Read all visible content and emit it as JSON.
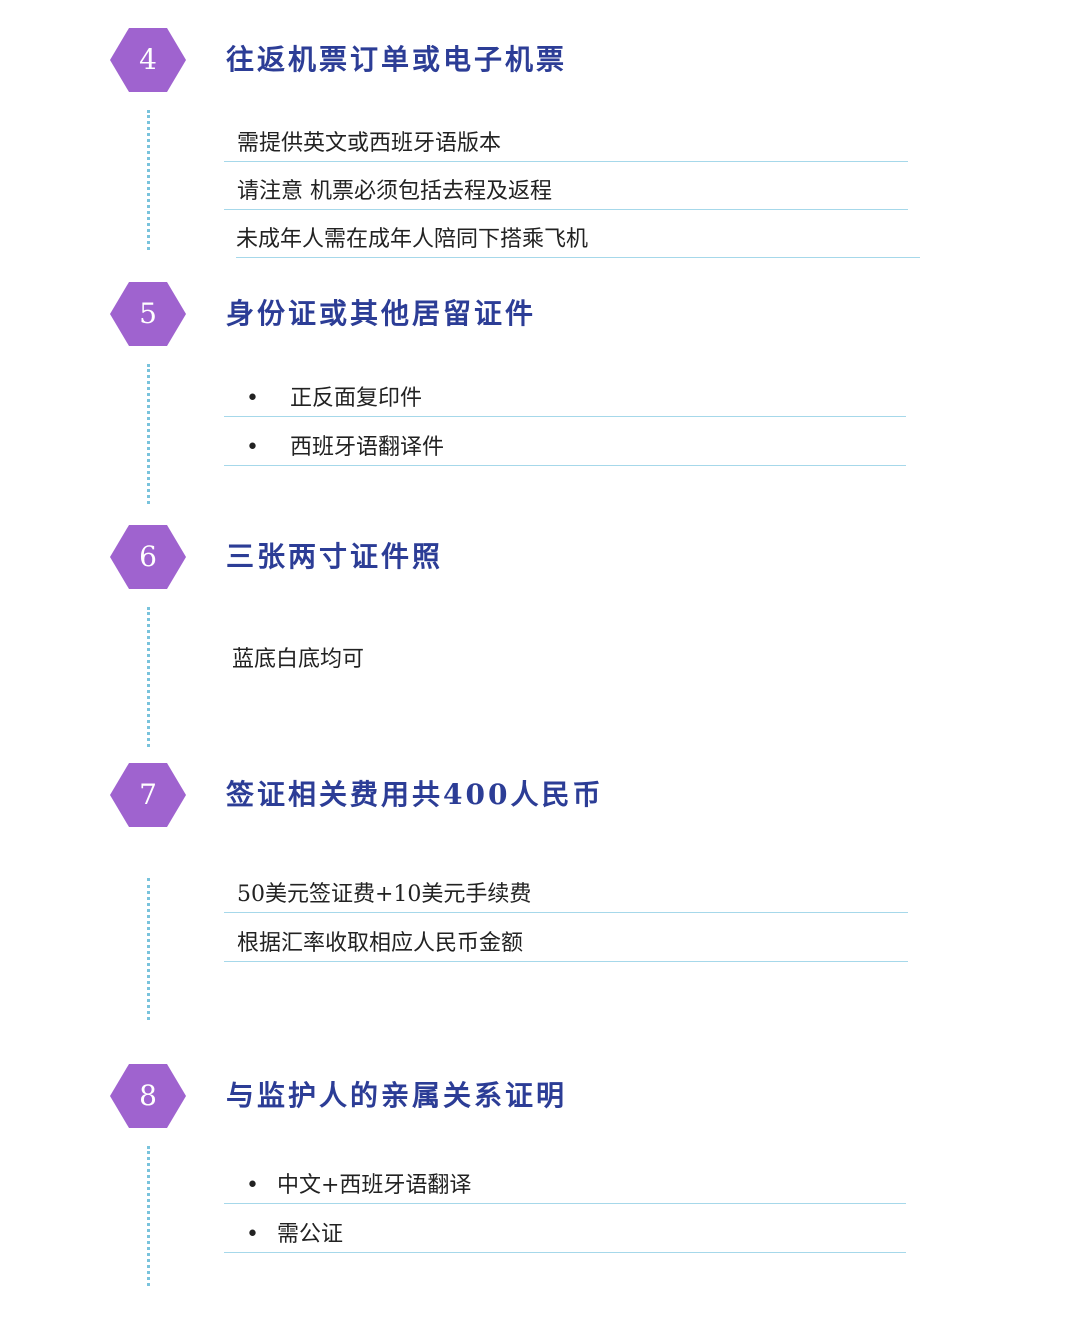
{
  "sections": [
    {
      "number": "4",
      "title": "往返机票订单或电子机票",
      "items": [
        "需提供英文或西班牙语版本",
        "请注意 机票必须包括去程及返程",
        "未成年人需在成年人陪同下搭乘飞机"
      ]
    },
    {
      "number": "5",
      "title": "身份证或其他居留证件",
      "bullet": "•",
      "items": [
        "正反面复印件",
        "西班牙语翻译件"
      ]
    },
    {
      "number": "6",
      "title": "三张两寸证件照",
      "items": [
        "蓝底白底均可"
      ]
    },
    {
      "number": "7",
      "title": "签证相关费用共400人民币",
      "items": [
        "50美元签证费+10美元手续费",
        "根据汇率收取相应人民币金额"
      ]
    },
    {
      "number": "8",
      "title": "与监护人的亲属关系证明",
      "bullet": "•",
      "items": [
        "中文+西班牙语翻译",
        "需公证"
      ]
    }
  ]
}
